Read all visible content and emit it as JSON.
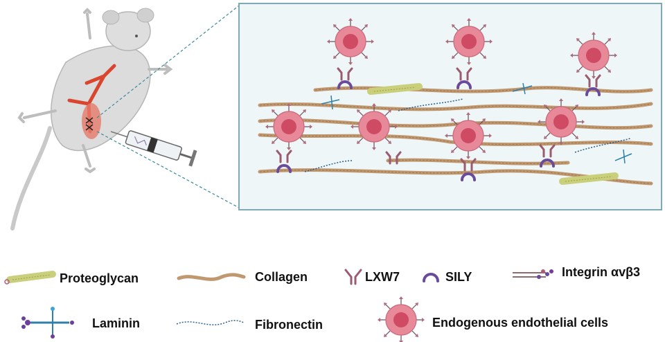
{
  "legend": {
    "proteoglycan": "Proteoglycan",
    "collagen": "Collagen",
    "lxw7": "LXW7",
    "sily": "SILY",
    "integrin": "Integrin αvβ3",
    "laminin": "Laminin",
    "fibronectin": "Fibronectin",
    "endothelial": "Endogenous endothelial cells"
  },
  "colors": {
    "panel_bg": "#eef6f7",
    "panel_border": "#7fa9b3",
    "cell_outer": "#e58a9a",
    "cell_nucleus": "#d14b64",
    "collagen": "#b98a5c",
    "fibronectin": "#2b5f8a",
    "sily": "#6a4a9a",
    "lxw7": "#9a5b6e",
    "proteoglycan": "#c9cf7a",
    "laminin": "#6b3fa0",
    "vessel": "#d9452e",
    "mouse": "#d9d9d9",
    "syringe_fluid": "#e8eef2"
  }
}
